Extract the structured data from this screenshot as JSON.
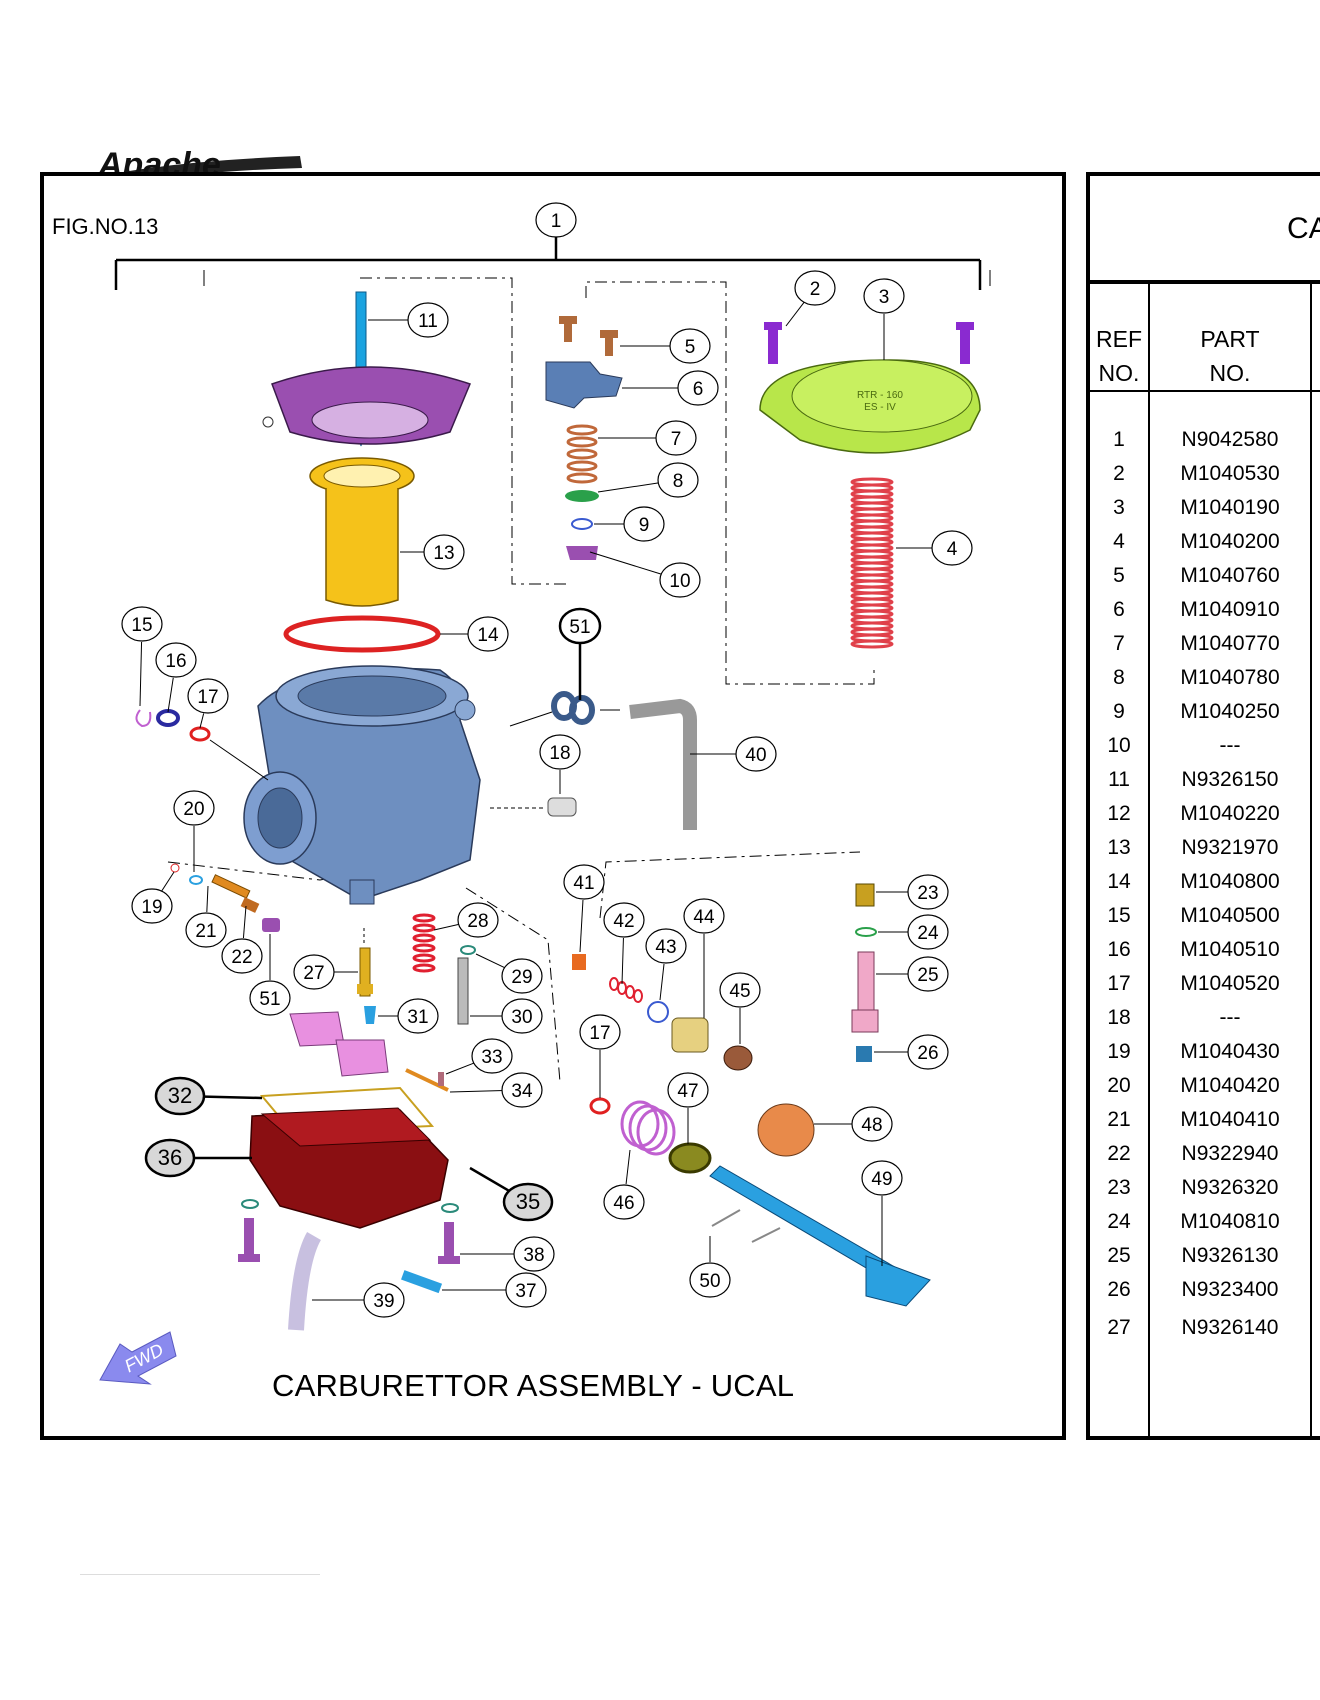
{
  "brand": {
    "logo_text": "Apache"
  },
  "figure": {
    "label": "FIG.NO.13",
    "title": "CARBURETTOR ASSEMBLY - UCAL",
    "fwd_label": "FWD",
    "cover_text_line1": "RTR - 160",
    "cover_text_line2": "ES - IV",
    "callouts": [
      "1",
      "2",
      "3",
      "4",
      "5",
      "6",
      "7",
      "8",
      "9",
      "10",
      "11",
      "13",
      "14",
      "15",
      "16",
      "17",
      "18",
      "19",
      "20",
      "21",
      "22",
      "23",
      "24",
      "25",
      "26",
      "27",
      "28",
      "29",
      "30",
      "31",
      "32",
      "33",
      "34",
      "35",
      "36",
      "37",
      "38",
      "39",
      "40",
      "41",
      "42",
      "43",
      "44",
      "45",
      "46",
      "47",
      "48",
      "49",
      "50",
      "51"
    ]
  },
  "table": {
    "title_visible": "CA",
    "col_ref_line1": "REF",
    "col_ref_line2": "NO.",
    "col_part_line1": "PART",
    "col_part_line2": "NO.",
    "rows": [
      {
        "ref": "1",
        "part": "N9042580"
      },
      {
        "ref": "2",
        "part": "M1040530"
      },
      {
        "ref": "3",
        "part": "M1040190"
      },
      {
        "ref": "4",
        "part": "M1040200"
      },
      {
        "ref": "5",
        "part": "M1040760"
      },
      {
        "ref": "6",
        "part": "M1040910"
      },
      {
        "ref": "7",
        "part": "M1040770"
      },
      {
        "ref": "8",
        "part": "M1040780"
      },
      {
        "ref": "9",
        "part": "M1040250"
      },
      {
        "ref": "10",
        "part": "---"
      },
      {
        "ref": "11",
        "part": "N9326150"
      },
      {
        "ref": "12",
        "part": "M1040220"
      },
      {
        "ref": "13",
        "part": "N9321970"
      },
      {
        "ref": "14",
        "part": "M1040800"
      },
      {
        "ref": "15",
        "part": "M1040500"
      },
      {
        "ref": "16",
        "part": "M1040510"
      },
      {
        "ref": "17",
        "part": "M1040520"
      },
      {
        "ref": "18",
        "part": "---"
      },
      {
        "ref": "19",
        "part": "M1040430"
      },
      {
        "ref": "20",
        "part": "M1040420"
      },
      {
        "ref": "21",
        "part": "M1040410"
      },
      {
        "ref": "22",
        "part": "N9322940"
      },
      {
        "ref": "23",
        "part": "N9326320"
      },
      {
        "ref": "24",
        "part": "M1040810"
      },
      {
        "ref": "25",
        "part": "N9326130"
      },
      {
        "ref": "26",
        "part": "N9323400"
      },
      {
        "ref": "27",
        "part": "N9326140"
      }
    ]
  },
  "colors": {
    "body": "#6e8fc0",
    "cover": "#b8e64a",
    "spring_red": "#e0404a",
    "needle": "#1aa3e0",
    "diaphragm": "#9a4fb0",
    "slide": "#f5c21a",
    "float_bowl": "#8a0f12",
    "float": "#e890e0",
    "choke": "#2aa0e0"
  }
}
